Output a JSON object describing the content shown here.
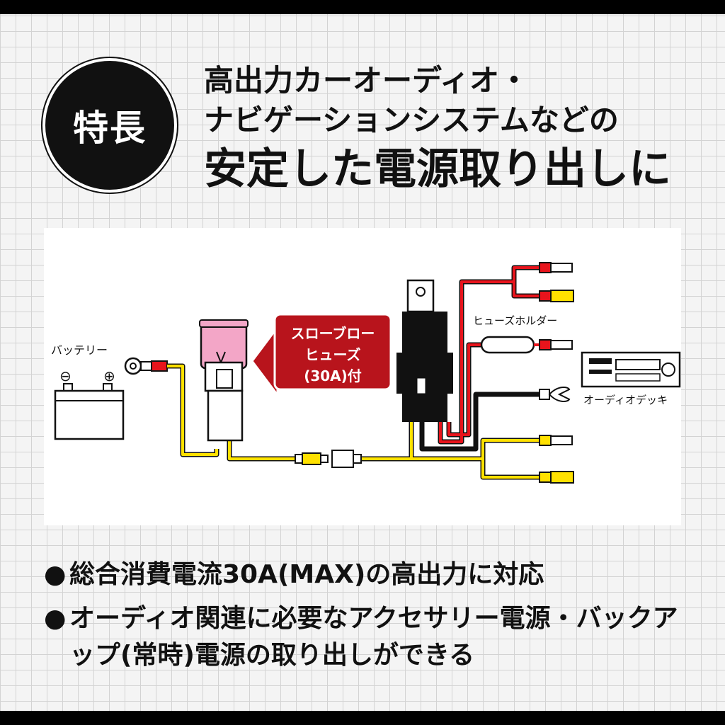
{
  "badge": {
    "text": "特長"
  },
  "headline": {
    "line1": "高出力カーオーディオ・",
    "line2": "ナビゲーションシステムなどの",
    "line3": "安定した電源取り出しに"
  },
  "diagram": {
    "battery_label": "バッテリー",
    "battery_minus": "⊖",
    "battery_plus": "⊕",
    "fuse_callout": [
      "スローブロー",
      "ヒューズ",
      "(30A)付"
    ],
    "fuse_holder_label": "ヒューズホルダー",
    "audio_deck_label": "オーディオデッキ",
    "colors": {
      "red": "#e8141c",
      "yellow": "#ffe100",
      "black": "#111111",
      "callout": "#b8141c",
      "fuse_pink": "#f3a6c7"
    }
  },
  "features": [
    {
      "bullet": "●",
      "text": "総合消費電流30A(MAX)の高出力に対応"
    },
    {
      "bullet": "●",
      "text": "オーディオ関連に必要なアクセサリー電源・バックアップ(常時)電源の取り出しができる"
    }
  ]
}
